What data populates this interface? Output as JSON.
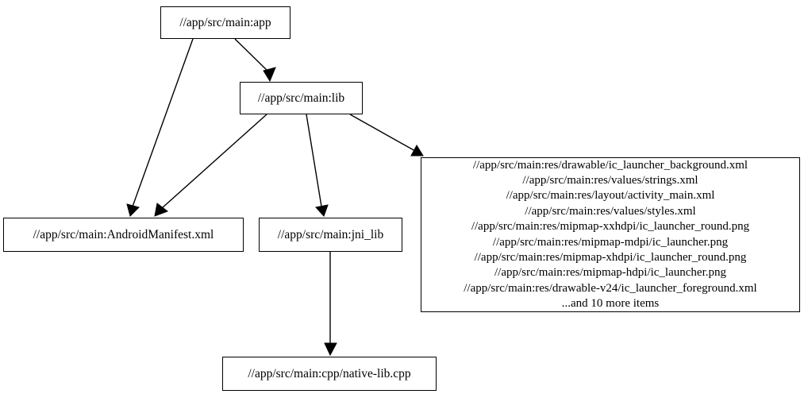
{
  "diagram": {
    "type": "dependency-graph",
    "title": "",
    "background_color": "#ffffff",
    "node_border_color": "#000000",
    "edge_color": "#000000",
    "nodes": [
      {
        "id": "app",
        "label": "//app/src/main:app"
      },
      {
        "id": "lib",
        "label": "//app/src/main:lib"
      },
      {
        "id": "manifest",
        "label": "//app/src/main:AndroidManifest.xml"
      },
      {
        "id": "jni",
        "label": "//app/src/main:jni_lib"
      },
      {
        "id": "resources",
        "label": "//app/src/main:res/drawable/ic_launcher_background.xml\n//app/src/main:res/values/strings.xml\n//app/src/main:res/layout/activity_main.xml\n//app/src/main:res/values/styles.xml\n//app/src/main:res/mipmap-xxhdpi/ic_launcher_round.png\n//app/src/main:res/mipmap-mdpi/ic_launcher.png\n//app/src/main:res/mipmap-xhdpi/ic_launcher_round.png\n//app/src/main:res/mipmap-hdpi/ic_launcher.png\n//app/src/main:res/drawable-v24/ic_launcher_foreground.xml\n...and 10 more items"
      },
      {
        "id": "nativelib",
        "label": "//app/src/main:cpp/native-lib.cpp"
      }
    ],
    "resource_items": [
      "//app/src/main:res/drawable/ic_launcher_background.xml",
      "//app/src/main:res/values/strings.xml",
      "//app/src/main:res/layout/activity_main.xml",
      "//app/src/main:res/values/styles.xml",
      "//app/src/main:res/mipmap-xxhdpi/ic_launcher_round.png",
      "//app/src/main:res/mipmap-mdpi/ic_launcher.png",
      "//app/src/main:res/mipmap-xhdpi/ic_launcher_round.png",
      "//app/src/main:res/mipmap-hdpi/ic_launcher.png",
      "//app/src/main:res/drawable-v24/ic_launcher_foreground.xml",
      "...and 10 more items"
    ],
    "edges": [
      {
        "from": "app",
        "to": "lib"
      },
      {
        "from": "app",
        "to": "manifest"
      },
      {
        "from": "lib",
        "to": "manifest"
      },
      {
        "from": "lib",
        "to": "jni"
      },
      {
        "from": "lib",
        "to": "resources"
      },
      {
        "from": "jni",
        "to": "nativelib"
      }
    ]
  }
}
